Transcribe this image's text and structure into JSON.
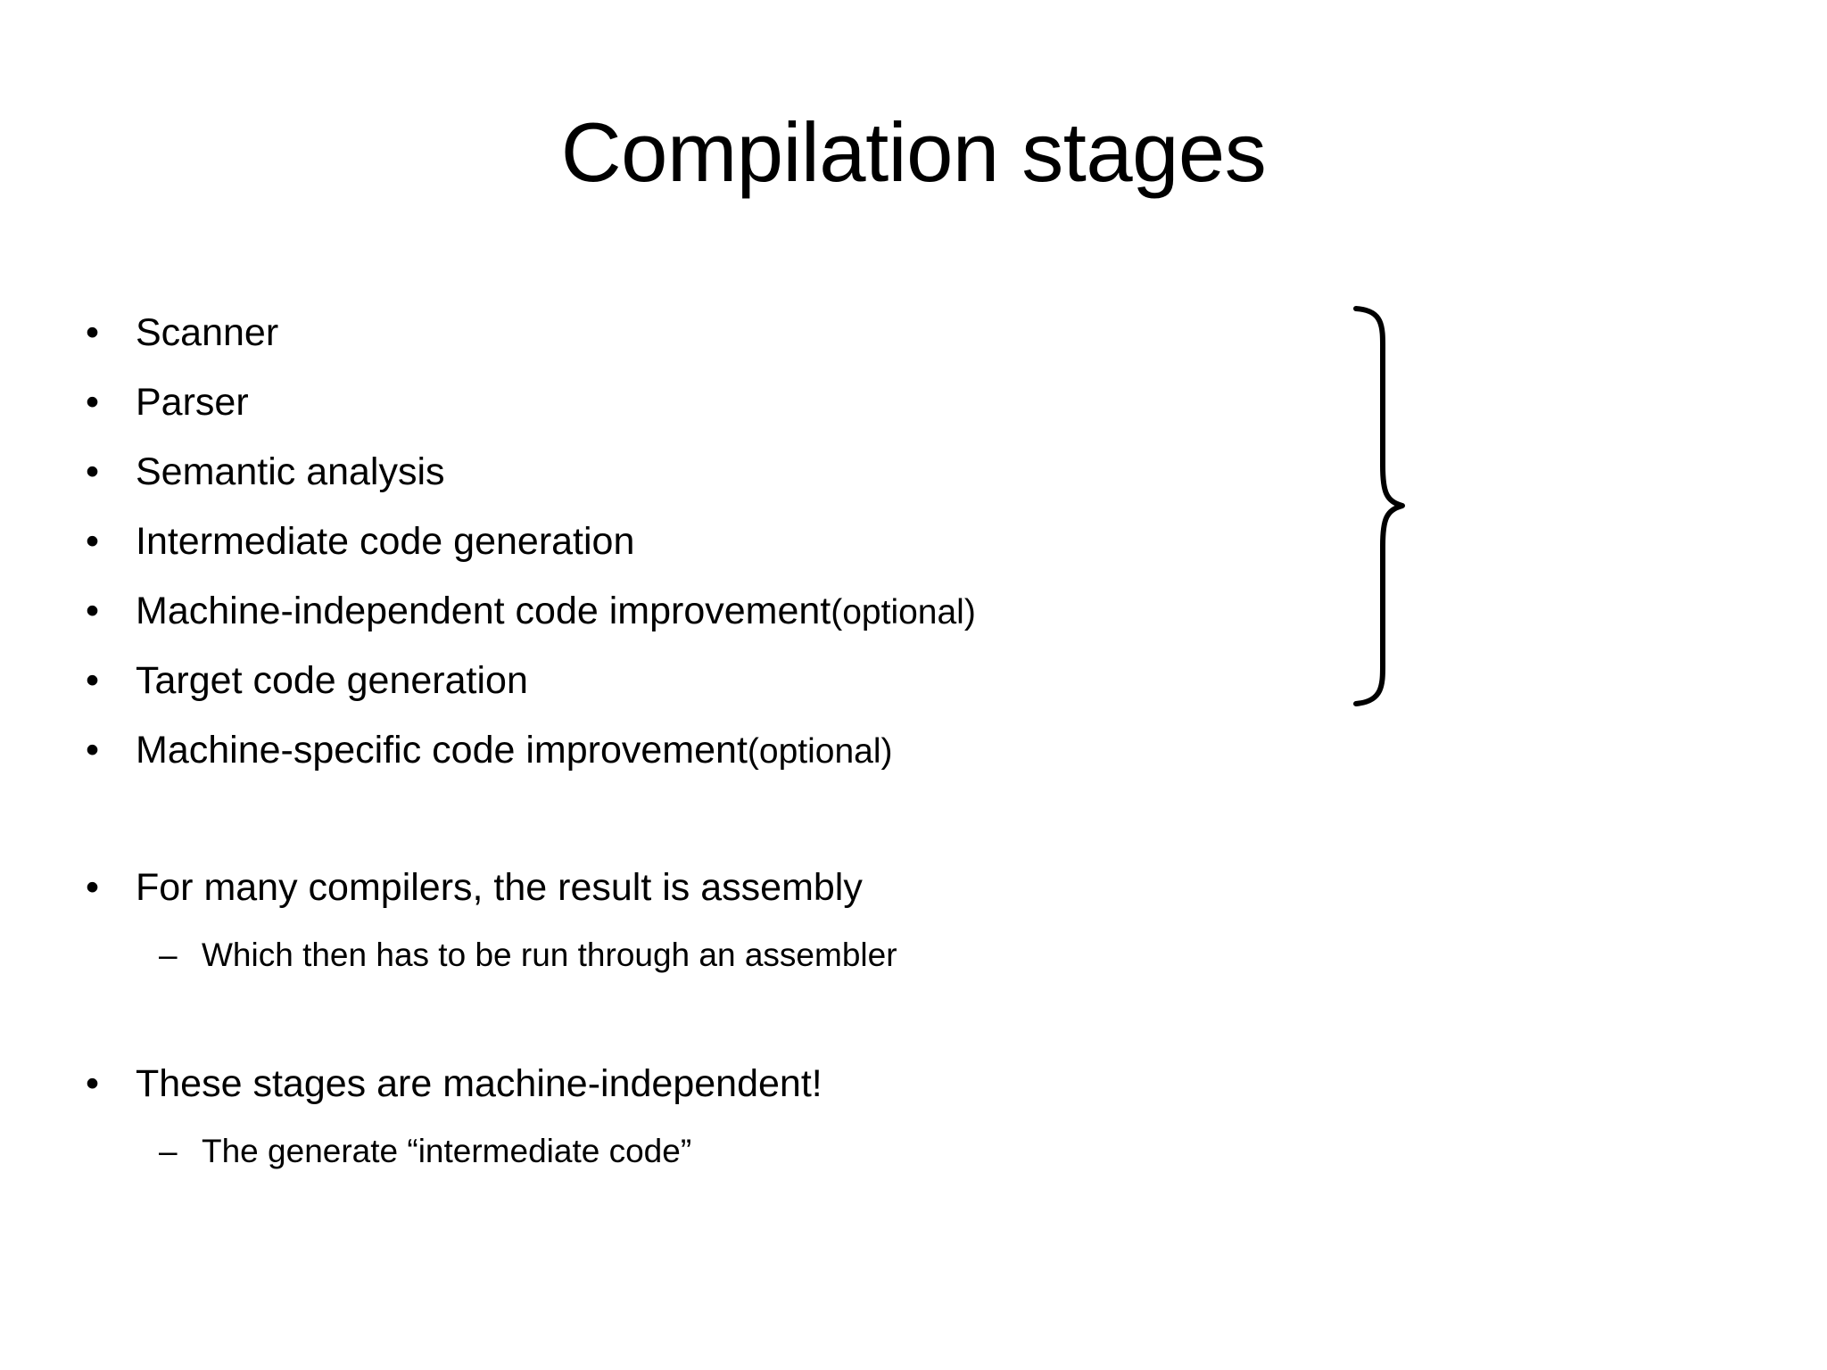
{
  "slide": {
    "title": "Compilation stages",
    "background_color": "#ffffff",
    "text_color": "#000000"
  },
  "content": {
    "stages": [
      {
        "marker": "•",
        "text": "Scanner"
      },
      {
        "marker": "•",
        "text": "Parser"
      },
      {
        "marker": "•",
        "text": "Semantic analysis"
      },
      {
        "marker": "•",
        "text": "Intermediate code generation"
      },
      {
        "marker": "•",
        "text": "Machine-independent code improvement ",
        "suffix": "(optional)"
      },
      {
        "marker": "•",
        "text": "Target code generation"
      },
      {
        "marker": "•",
        "text": "Machine-specific code improvement ",
        "suffix": "(optional)"
      }
    ],
    "group_assembly": {
      "main": {
        "marker": "•",
        "text": "For many compilers, the result is assembly"
      },
      "sub": {
        "marker": "–",
        "text": "Which then has to be run through an assembler"
      }
    },
    "group_independent": {
      "main": {
        "marker": "•",
        "text": "These stages are machine-independent!"
      },
      "sub": {
        "marker": "–",
        "text": "The generate “intermediate code”"
      }
    }
  },
  "annotation": {
    "brace": {
      "name": "right-curly-brace",
      "orientation": "right",
      "stroke_color": "#000000",
      "stroke_width": 6,
      "spans_items": [
        "Scanner",
        "Parser",
        "Semantic analysis",
        "Intermediate code generation",
        "Machine-independent code improvement (optional)",
        "Target code generation"
      ]
    }
  }
}
